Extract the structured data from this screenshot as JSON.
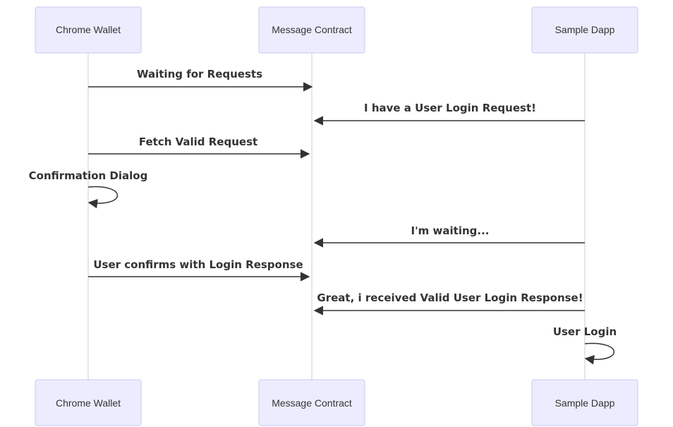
{
  "actors": [
    {
      "id": "wallet",
      "label": "Chrome Wallet"
    },
    {
      "id": "contract",
      "label": "Message Contract"
    },
    {
      "id": "dapp",
      "label": "Sample Dapp"
    }
  ],
  "messages": [
    {
      "from": "wallet",
      "to": "contract",
      "text": "Waiting for Requests"
    },
    {
      "from": "dapp",
      "to": "contract",
      "text": "I have a User Login Request!"
    },
    {
      "from": "wallet",
      "to": "contract",
      "text": "Fetch Valid Request"
    },
    {
      "from": "wallet",
      "to": "wallet",
      "text": "Confirmation Dialog"
    },
    {
      "from": "dapp",
      "to": "contract",
      "text": "I'm waiting..."
    },
    {
      "from": "wallet",
      "to": "contract",
      "text": "User confirms with Login Response"
    },
    {
      "from": "dapp",
      "to": "contract",
      "text": "Great, i received Valid User Login Response!"
    },
    {
      "from": "dapp",
      "to": "dapp",
      "text": "User Login"
    }
  ],
  "colors": {
    "actor_fill": "#ECECFF",
    "actor_border": "#C9C9F0",
    "line": "#333333",
    "lifeline": "#cccccc"
  }
}
